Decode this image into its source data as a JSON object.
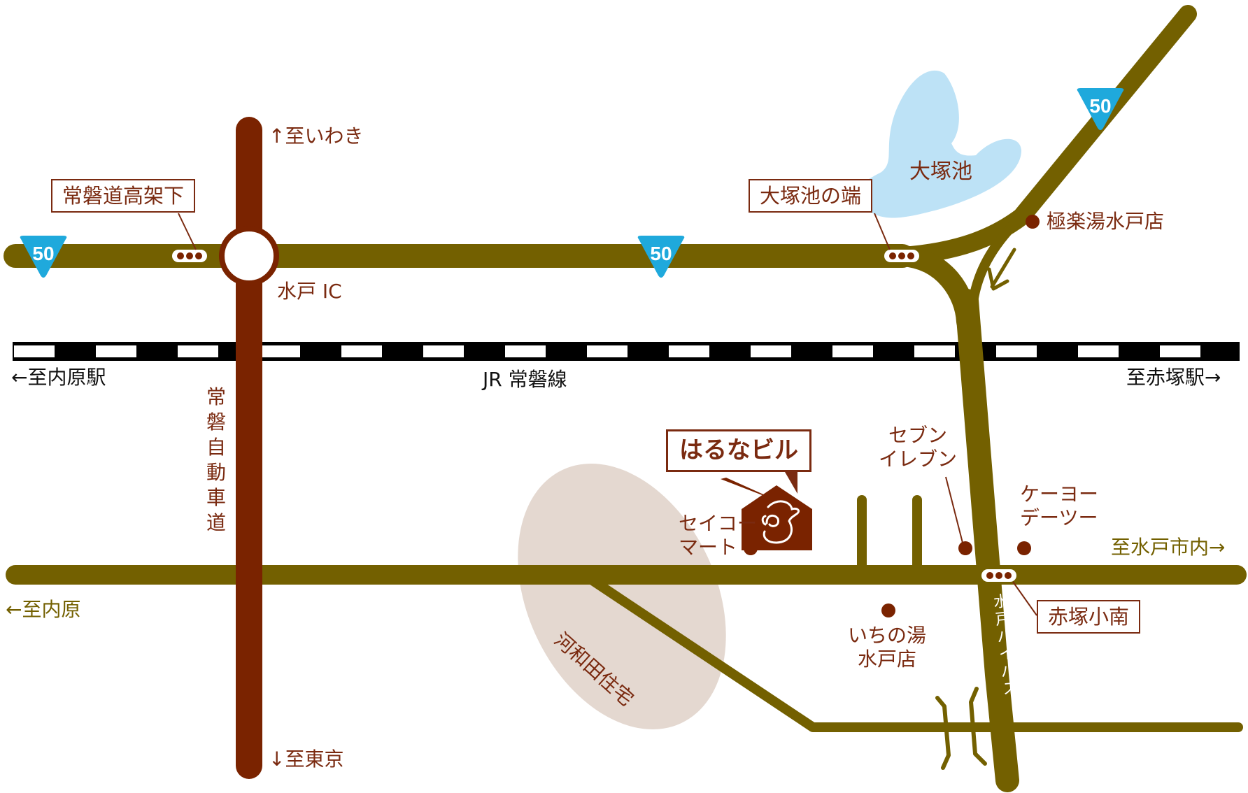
{
  "colors": {
    "road": "#736000",
    "expressway": "#7a2300",
    "route_sign": "#1fa9dc",
    "pond": "#bde2f6",
    "housing": "#e4d8d0",
    "label": "#7a2a10",
    "rail": "#000000"
  },
  "route_signs": [
    {
      "number": "50"
    },
    {
      "number": "50"
    },
    {
      "number": "50"
    }
  ],
  "directions": {
    "iwaki": "↑至いわき",
    "tokyo": "↓至東京",
    "uchihara_station": "←至内原駅",
    "akatsuka_station": "至赤塚駅→",
    "uchihara": "←至内原",
    "mito_city": "至水戸市内→"
  },
  "interchange": {
    "label": "水戸 IC"
  },
  "railway": {
    "label": "JR 常磐線"
  },
  "expressway": {
    "label_chars": [
      "常",
      "磐",
      "自",
      "動",
      "車",
      "道"
    ]
  },
  "bypass": {
    "label_chars": [
      "水",
      "戸",
      "バ",
      "イ",
      "パ",
      "ス"
    ]
  },
  "signals": [
    {
      "name": "常磐道高架下"
    },
    {
      "name": "大塚池の端"
    },
    {
      "name": "赤塚小南"
    }
  ],
  "pond": {
    "label": "大塚池"
  },
  "housing": {
    "label": "河和田住宅"
  },
  "destination": {
    "label": "はるなビル",
    "icon": "house-logo-icon"
  },
  "landmarks": {
    "gokurakuyu": "極楽湯水戸店",
    "seicomart": [
      "セイコー",
      "マート"
    ],
    "seven_eleven": [
      "セブン",
      "イレブン"
    ],
    "keiyo": [
      "ケーヨー",
      "デーツー"
    ],
    "ichinoyu": [
      "いちの湯",
      "水戸店"
    ]
  }
}
